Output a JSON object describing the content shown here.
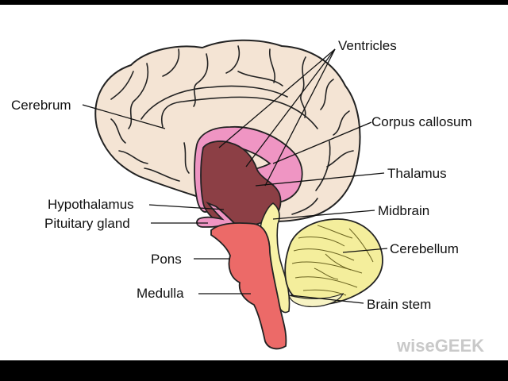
{
  "colors": {
    "cerebrum": "#f4e4d4",
    "corpus_callosum": "#ef95c3",
    "thalamus": "#8c3f45",
    "midbrain": "#f8f2a6",
    "pons_medulla": "#ec6a68",
    "cerebellum": "#f4ee9c",
    "background": "#ffffff",
    "letterbox": "#000000"
  },
  "labels": {
    "ventricles": "Ventricles",
    "cerebrum": "Cerebrum",
    "corpus_callosum": "Corpus callosum",
    "thalamus": "Thalamus",
    "hypothalamus": "Hypothalamus",
    "midbrain": "Midbrain",
    "pituitary_gland": "Pituitary gland",
    "pons": "Pons",
    "cerebellum": "Cerebellum",
    "medulla": "Medulla",
    "brain_stem": "Brain stem"
  },
  "watermark": "wiseGEEK"
}
